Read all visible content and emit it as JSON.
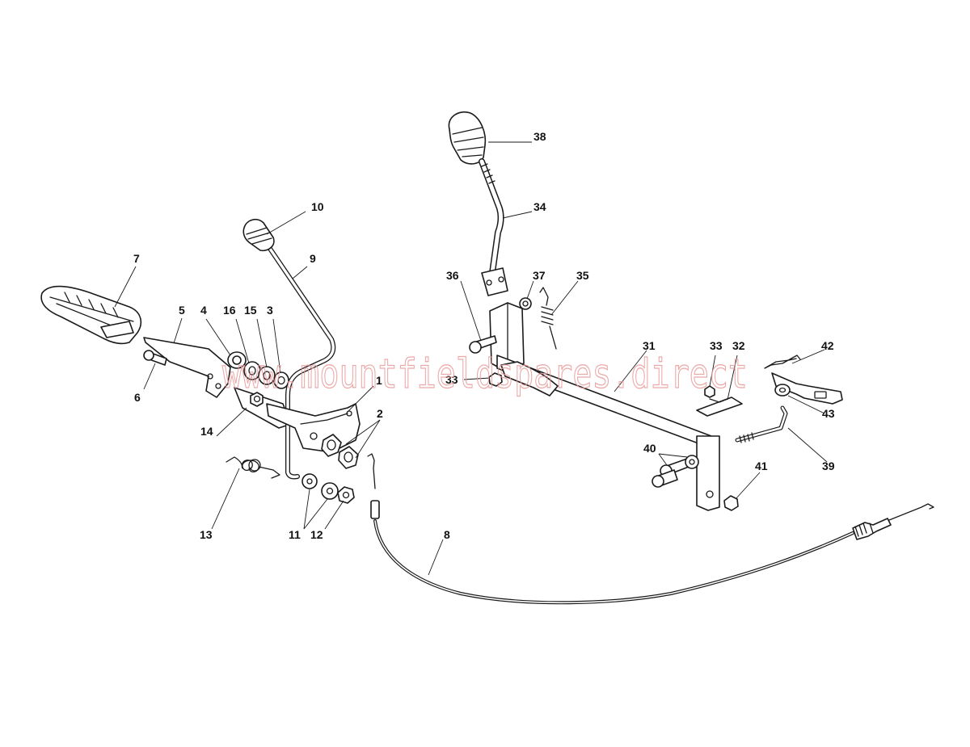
{
  "watermark": "www.mountfieldspares.direct",
  "colors": {
    "lines": "#1a1a1a",
    "watermark": "#e89a9a",
    "background": "#ffffff"
  },
  "callouts": {
    "p1": "1",
    "p2": "2",
    "p3": "3",
    "p4": "4",
    "p5": "5",
    "p6": "6",
    "p7": "7",
    "p8": "8",
    "p9": "9",
    "p10": "10",
    "p11": "11",
    "p12": "12",
    "p13": "13",
    "p14": "14",
    "p15": "15",
    "p16": "16",
    "p31": "31",
    "p32": "32",
    "p33a": "33",
    "p33b": "33",
    "p34": "34",
    "p35": "35",
    "p36": "36",
    "p37": "37",
    "p38": "38",
    "p39": "39",
    "p40": "40",
    "p41": "41",
    "p42": "42",
    "p43": "43"
  }
}
